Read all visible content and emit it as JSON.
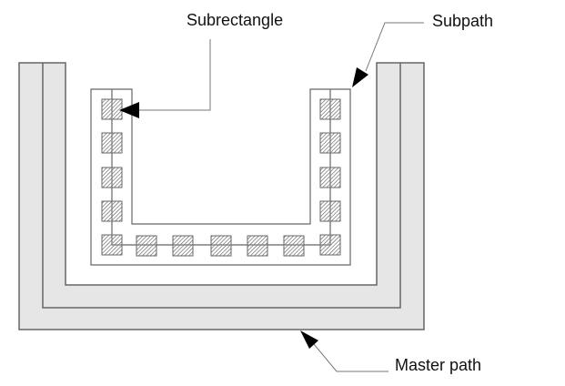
{
  "diagram": {
    "labels": {
      "subrectangle": "Subrectangle",
      "subpath": "Subpath",
      "master_path": "Master path"
    },
    "colors": {
      "master_fill": "#e6e6e6",
      "stroke": "#666666",
      "hatch": "#555555",
      "arrow": "#000000",
      "leader": "#777777"
    },
    "subrectangles": {
      "left_column_count": 5,
      "right_column_count": 5,
      "bottom_row_count": 5
    }
  }
}
